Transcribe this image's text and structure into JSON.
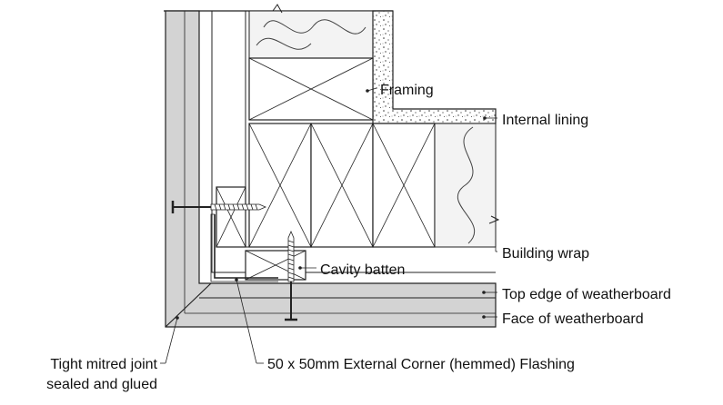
{
  "labels": {
    "framing": "Framing",
    "internal_lining": "Internal lining",
    "building_wrap": "Building wrap",
    "cavity_batten": "Cavity batten",
    "top_edge": "Top edge of weatherboard",
    "face": "Face of weatherboard",
    "mitre_line1": "Tight mitred joint",
    "mitre_line2": "sealed and glued",
    "flashing": "50 x 50mm External Corner (hemmed) Flashing"
  },
  "colors": {
    "weatherboard": "#d3d3d3",
    "line": "#222222",
    "insulation": "#f3f3f3",
    "lining": "#ffffff"
  }
}
